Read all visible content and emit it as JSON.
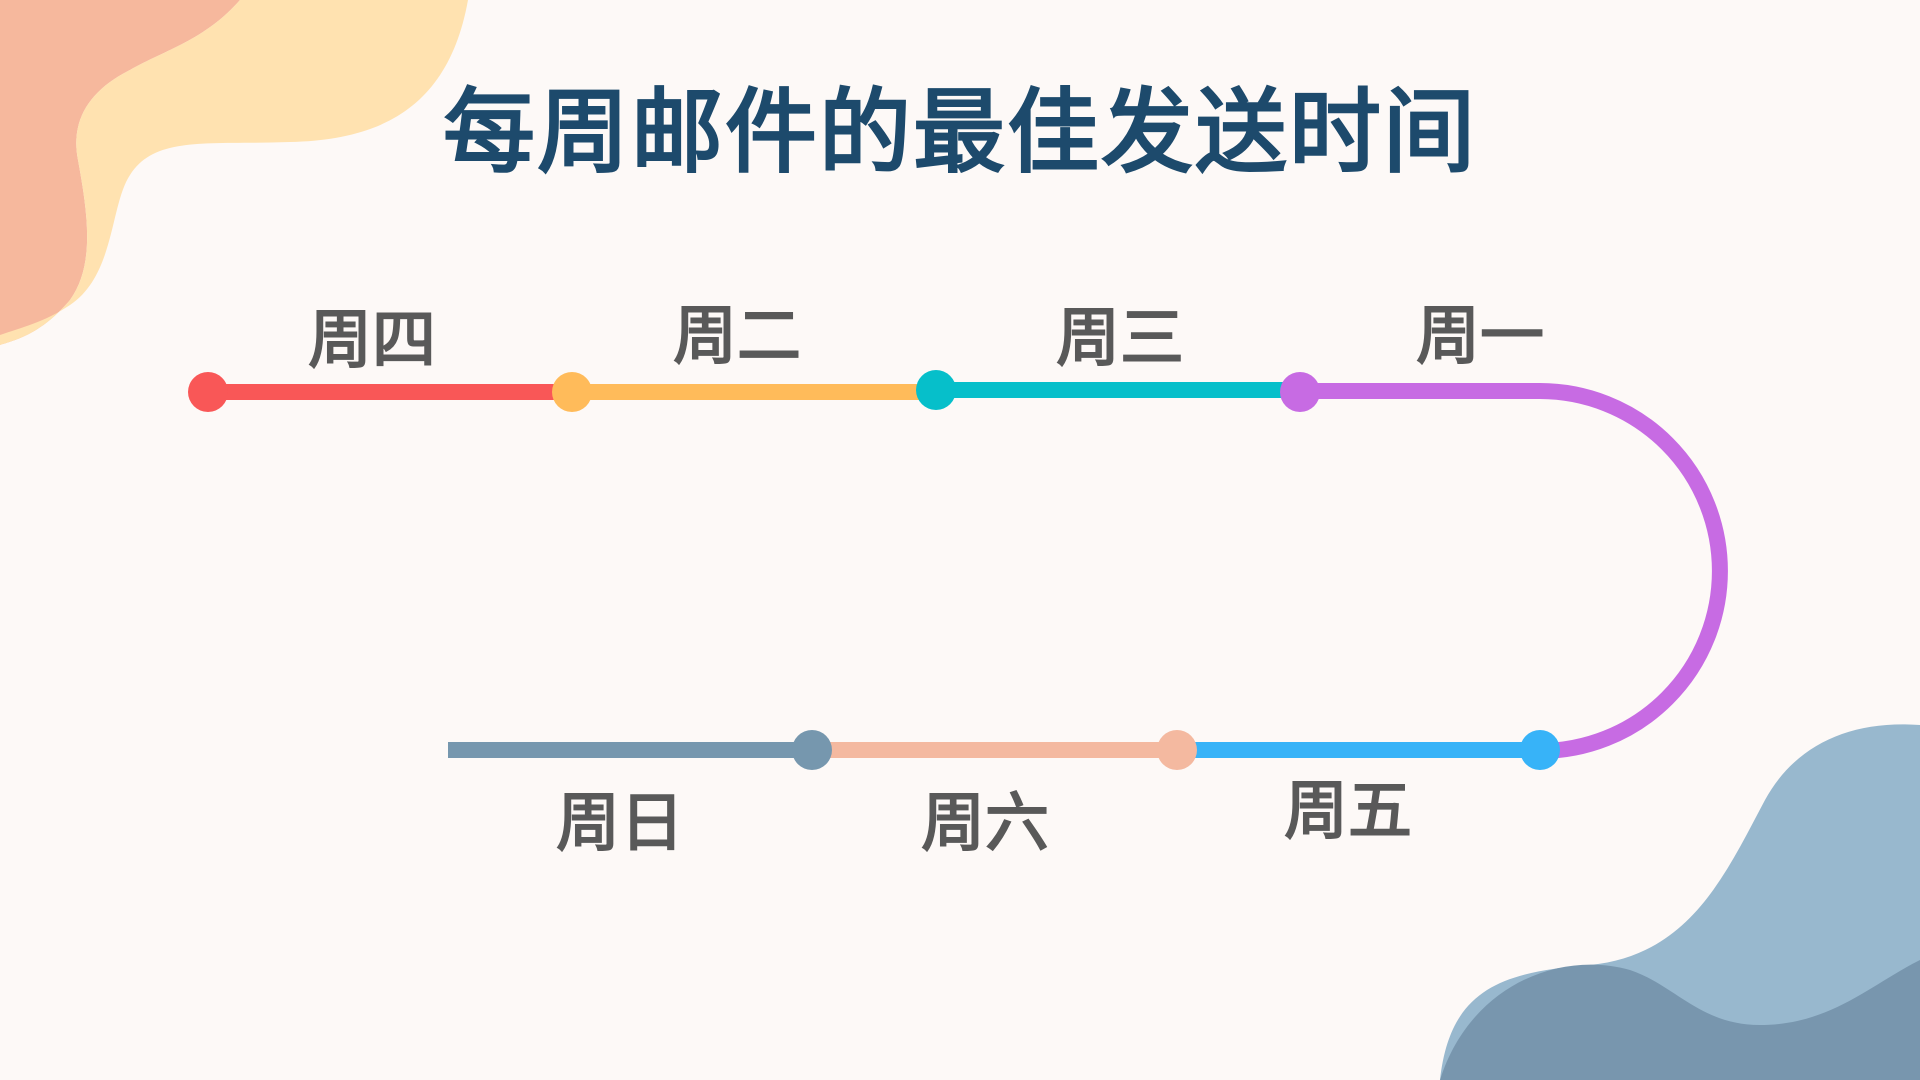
{
  "title": "每周邮件的最佳发送时间",
  "days": [
    {
      "id": "thursday",
      "label": "周四",
      "color": "#f95757"
    },
    {
      "id": "tuesday",
      "label": "周二",
      "color": "#ffbb5a"
    },
    {
      "id": "wednesday",
      "label": "周三",
      "color": "#06bfca"
    },
    {
      "id": "monday",
      "label": "周一",
      "color": "#c76be3"
    },
    {
      "id": "friday",
      "label": "周五",
      "color": "#37b3f8"
    },
    {
      "id": "saturday",
      "label": "周六",
      "color": "#f4b9a0"
    },
    {
      "id": "sunday",
      "label": "周日",
      "color": "#7697ae"
    }
  ],
  "decor_colors": {
    "top_left_outer": "#f6b89d",
    "top_left_inner": "#ffe2b0",
    "bottom_right_light": "#98b8ce",
    "bottom_right_dark": "#7896ae"
  }
}
